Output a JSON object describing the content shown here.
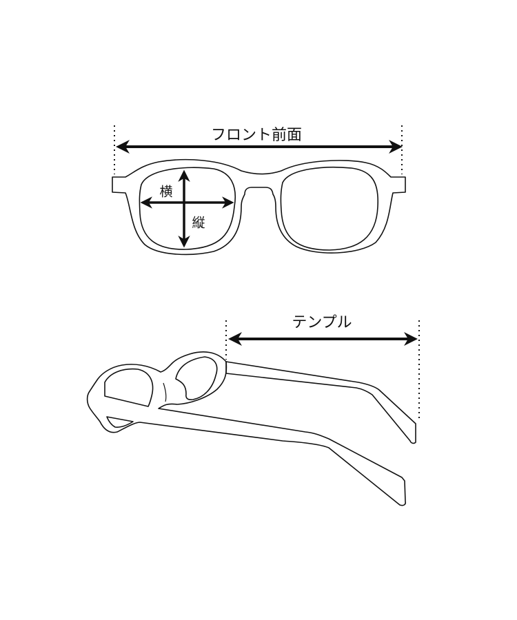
{
  "labels": {
    "front": "フロント前面",
    "width": "横",
    "height": "縦",
    "temple": "テンプル"
  },
  "colors": {
    "line": "#111111",
    "background": "#ffffff"
  }
}
